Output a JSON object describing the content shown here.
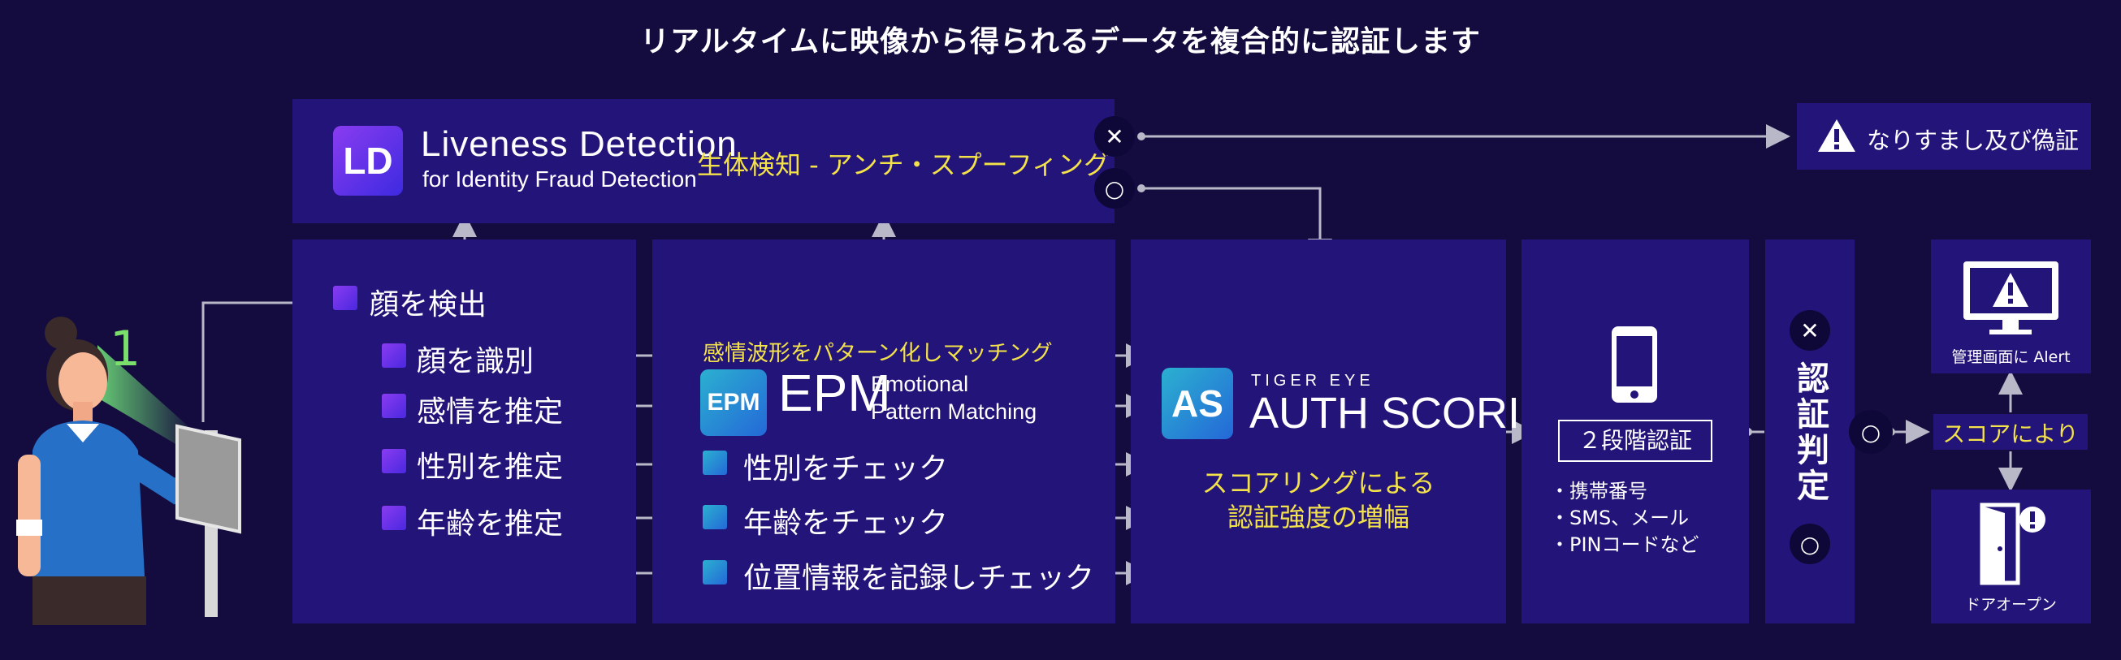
{
  "title": "リアルタイムに映像から得られるデータを複合的に認証します",
  "ld": {
    "badge": "LD",
    "name_line1": "Liveness Detection",
    "name_line2": "for Identity Fraud Detection",
    "desc": "生体検知 - アンチ・スプーフィング"
  },
  "result_x": "✕",
  "result_o": "○",
  "fraud": {
    "label": "なりすまし及び偽証",
    "icon": "warning-icon"
  },
  "detect": {
    "head": "顔を検出",
    "items": [
      "顔を識別",
      "感情を推定",
      "性別を推定",
      "年齢を推定"
    ]
  },
  "epm": {
    "wave_label": "感情波形をパターン化しマッチング",
    "badge": "EPM",
    "name": "EPM",
    "sub1": "Emotional",
    "sub2": "Pattern Matching",
    "checks": [
      "性別をチェック",
      "年齢をチェック",
      "位置情報を記録しチェック"
    ]
  },
  "as": {
    "badge": "AS",
    "brand": "TIGER EYE",
    "name": "AUTH SCORING",
    "desc1": "スコアリングによる",
    "desc2": "認証強度の増幅"
  },
  "twofa": {
    "icon": "smartphone-icon",
    "label": "２段階認証",
    "items": [
      "・携帯番号",
      "・SMS、メール",
      "・PINコードなど"
    ]
  },
  "judge": {
    "label": "認証判定",
    "x": "✕",
    "o": "○"
  },
  "score_label": "スコアにより",
  "admin": {
    "label": "管理画面に Alert",
    "icon": "monitor-alert-icon"
  },
  "door": {
    "label": "ドアオープン",
    "icon": "door-icon"
  },
  "colors": {
    "bg": "#140c3e",
    "panel": "#231479",
    "accent": "#f3e24a",
    "line": "#b8b8c8"
  }
}
